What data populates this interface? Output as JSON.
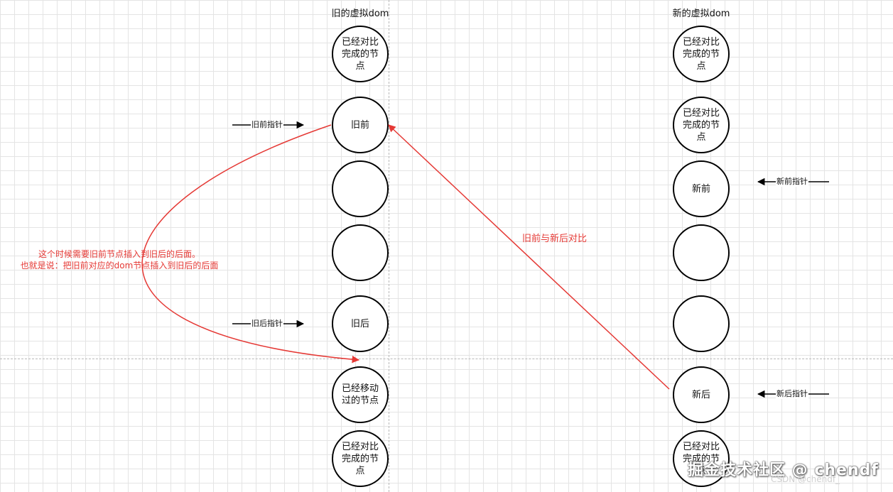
{
  "columns": {
    "old": {
      "title": "旧的虚拟dom",
      "nodes": [
        "已经对比完成的节点",
        "旧前",
        "",
        "",
        "旧后",
        "已经移动过的节点",
        "已经对比完成的节点"
      ]
    },
    "new": {
      "title": "新的虚拟dom",
      "nodes": [
        "已经对比完成的节点",
        "已经对比完成的节点",
        "新前",
        "",
        "",
        "新后",
        "已经对比完成的节点"
      ]
    }
  },
  "pointers": {
    "old_front": "旧前指针",
    "old_back": "旧后指针",
    "new_front": "新前指针",
    "new_back": "新后指针"
  },
  "annotations": {
    "compare": "旧前与新后对比",
    "move_line1": "这个时候需要旧前节点插入到旧后的后面。",
    "move_line2": "也就是说：把旧前对应的dom节点插入到旧后的后面"
  },
  "colors": {
    "accent": "#e53935",
    "stroke": "#000000",
    "grid": "#e4e4e4"
  },
  "watermark": {
    "main": "掘金技术社区 @ chendf",
    "sub": "CSDN @chendf_"
  }
}
